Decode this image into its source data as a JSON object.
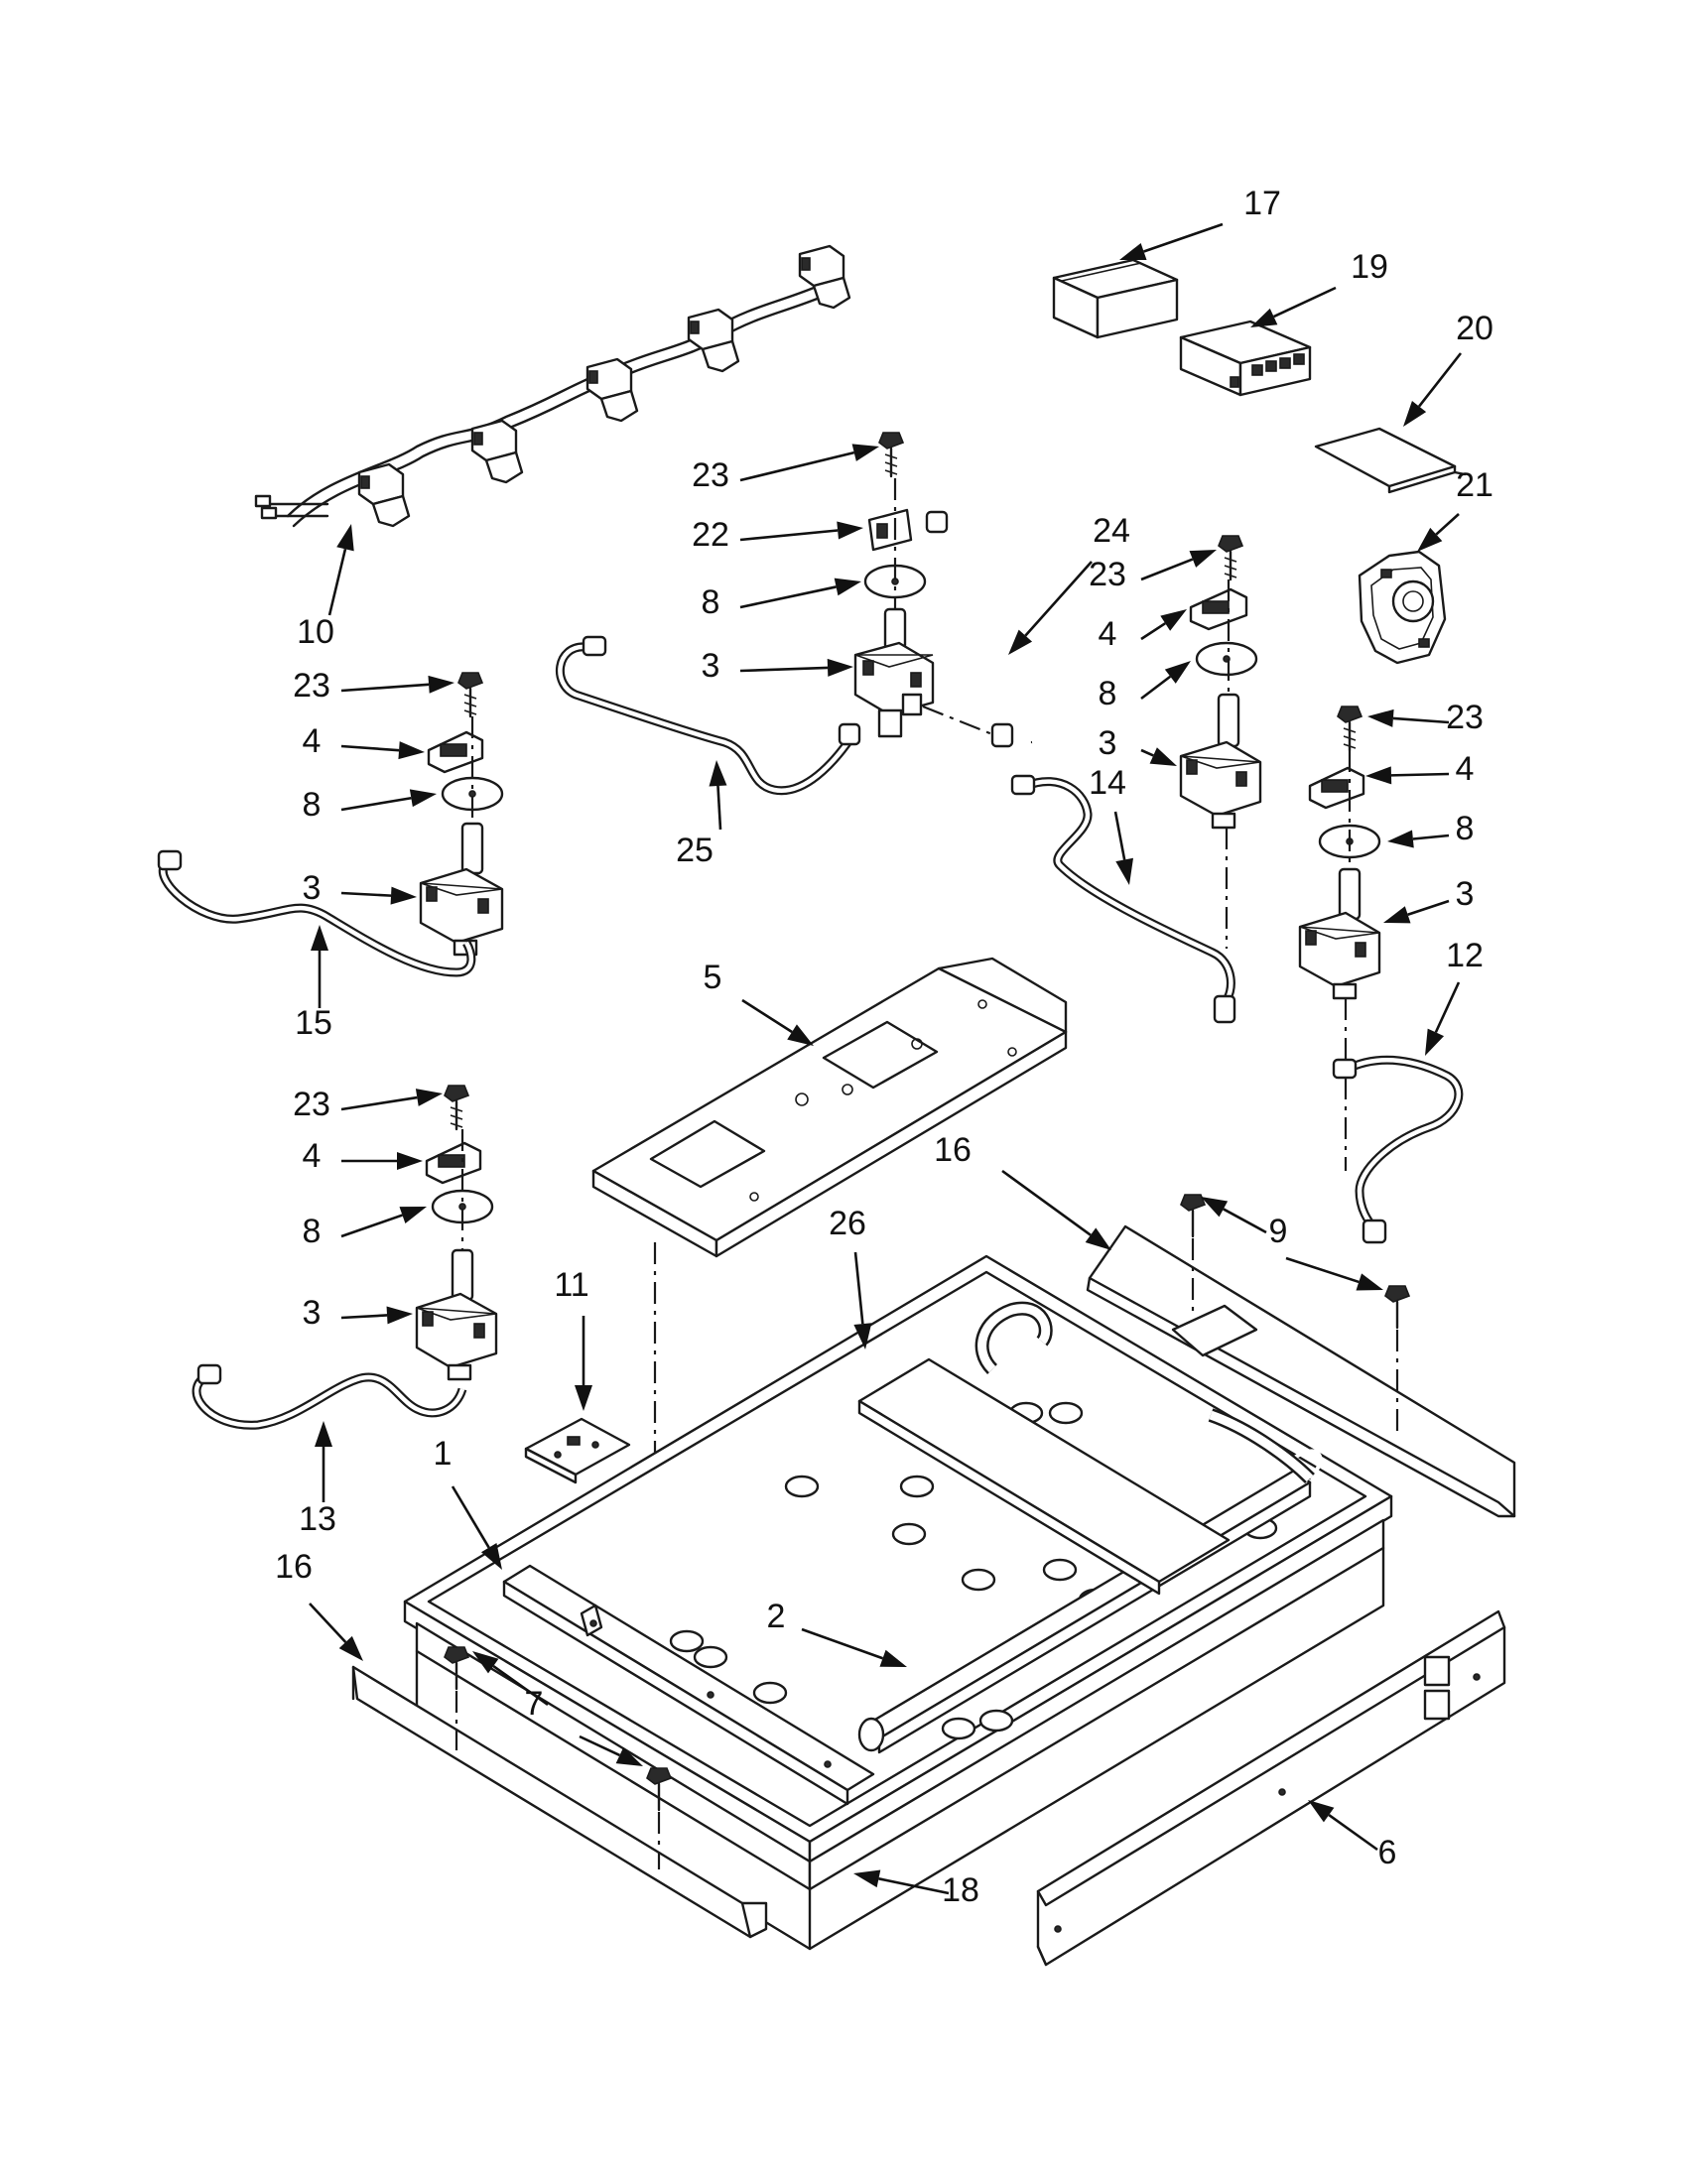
{
  "diagram": {
    "callouts": [
      {
        "id": "c17",
        "label": "17",
        "target": "part-17"
      },
      {
        "id": "c19",
        "label": "19",
        "target": "part-19"
      },
      {
        "id": "c20",
        "label": "20",
        "target": "part-20"
      },
      {
        "id": "c21",
        "label": "21",
        "target": "part-21"
      },
      {
        "id": "c10",
        "label": "10",
        "target": "part-10"
      },
      {
        "id": "c23a",
        "label": "23",
        "target": "screw-center"
      },
      {
        "id": "c22",
        "label": "22",
        "target": "part-22"
      },
      {
        "id": "c8a",
        "label": "8",
        "target": "washer-center"
      },
      {
        "id": "c3a",
        "label": "3",
        "target": "valve-center"
      },
      {
        "id": "c24",
        "label": "24",
        "target": "part-24"
      },
      {
        "id": "c23b",
        "label": "23",
        "target": "screw-right-upper"
      },
      {
        "id": "c4a",
        "label": "4",
        "target": "bracket-right-upper"
      },
      {
        "id": "c8b",
        "label": "8",
        "target": "washer-right-upper"
      },
      {
        "id": "c3b",
        "label": "3",
        "target": "valve-right-upper"
      },
      {
        "id": "c14",
        "label": "14",
        "target": "part-14"
      },
      {
        "id": "c23c",
        "label": "23",
        "target": "screw-left-upper"
      },
      {
        "id": "c4b",
        "label": "4",
        "target": "bracket-left-upper"
      },
      {
        "id": "c8c",
        "label": "8",
        "target": "washer-left-upper"
      },
      {
        "id": "c3c",
        "label": "3",
        "target": "valve-left-upper"
      },
      {
        "id": "c25",
        "label": "25",
        "target": "part-25"
      },
      {
        "id": "c15",
        "label": "15",
        "target": "part-15"
      },
      {
        "id": "c23d",
        "label": "23",
        "target": "screw-far-right"
      },
      {
        "id": "c4c",
        "label": "4",
        "target": "bracket-far-right"
      },
      {
        "id": "c8d",
        "label": "8",
        "target": "washer-far-right"
      },
      {
        "id": "c3d",
        "label": "3",
        "target": "valve-far-right"
      },
      {
        "id": "c12",
        "label": "12",
        "target": "part-12"
      },
      {
        "id": "c5",
        "label": "5",
        "target": "part-5"
      },
      {
        "id": "c23e",
        "label": "23",
        "target": "screw-left-lower"
      },
      {
        "id": "c4d",
        "label": "4",
        "target": "bracket-left-lower"
      },
      {
        "id": "c8e",
        "label": "8",
        "target": "washer-left-lower"
      },
      {
        "id": "c3e",
        "label": "3",
        "target": "valve-left-lower"
      },
      {
        "id": "c16a",
        "label": "16",
        "target": "part-16-rear"
      },
      {
        "id": "c9",
        "label": "9",
        "target": "part-9"
      },
      {
        "id": "c26",
        "label": "26",
        "target": "part-26"
      },
      {
        "id": "c11",
        "label": "11",
        "target": "part-11"
      },
      {
        "id": "c13",
        "label": "13",
        "target": "part-13"
      },
      {
        "id": "c1",
        "label": "1",
        "target": "part-1"
      },
      {
        "id": "c2",
        "label": "2",
        "target": "part-2"
      },
      {
        "id": "c16b",
        "label": "16",
        "target": "part-16-front"
      },
      {
        "id": "c7",
        "label": "7",
        "target": "part-7"
      },
      {
        "id": "c18",
        "label": "18",
        "target": "part-18"
      },
      {
        "id": "c6",
        "label": "6",
        "target": "part-6"
      }
    ]
  }
}
